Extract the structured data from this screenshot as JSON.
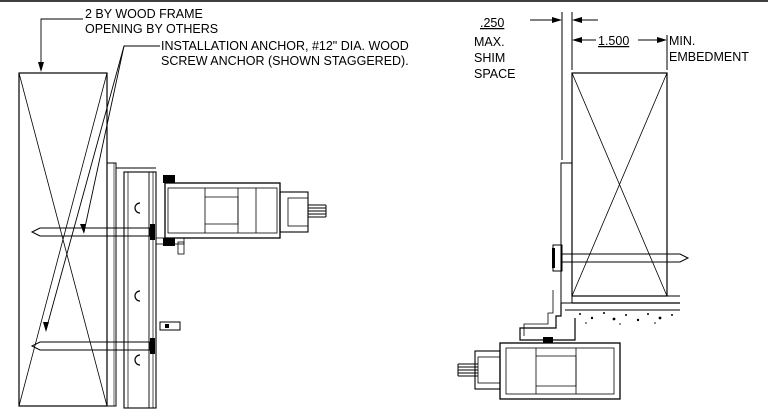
{
  "left_detail": {
    "frame_label_line1": "2 BY WOOD FRAME",
    "frame_label_line2": "OPENING BY OTHERS",
    "anchor_label_line1": "INSTALLATION ANCHOR, #12\" DIA. WOOD",
    "anchor_label_line2": "SCREW ANCHOR (SHOWN STAGGERED)."
  },
  "right_detail": {
    "shim_value": ".250",
    "shim_label_line1": "MAX.",
    "shim_label_line2": "SHIM",
    "shim_label_line3": "SPACE",
    "embed_value": "1.500",
    "embed_label_line1": "MIN.",
    "embed_label_line2": "EMBEDMENT"
  }
}
